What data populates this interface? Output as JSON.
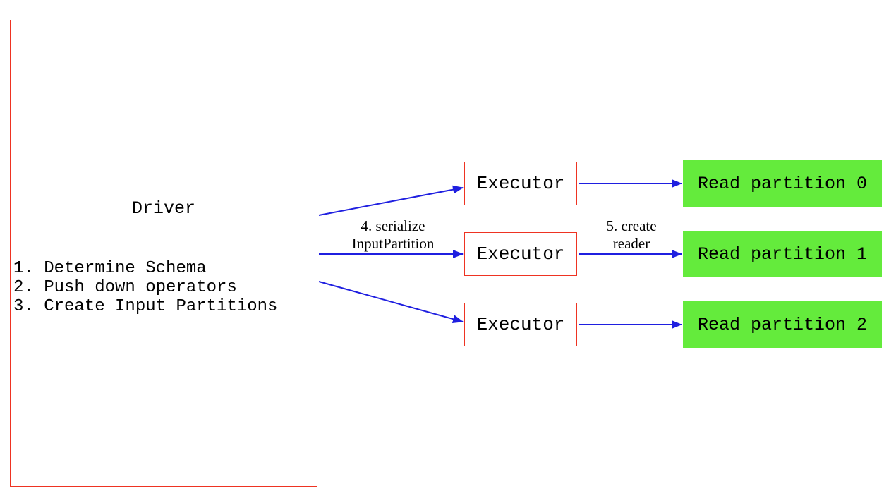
{
  "diagram": {
    "driver": {
      "title": "Driver",
      "steps": [
        "1. Determine Schema",
        "2. Push down operators",
        "3. Create Input Partitions"
      ]
    },
    "executors": [
      {
        "label": "Executor"
      },
      {
        "label": "Executor"
      },
      {
        "label": "Executor"
      }
    ],
    "partitions": [
      {
        "label": "Read partition 0"
      },
      {
        "label": "Read partition 1"
      },
      {
        "label": "Read partition 2"
      }
    ],
    "edge_labels": {
      "serialize_line1": "4. serialize",
      "serialize_line2": "InputPartition",
      "reader_line1": "5. create",
      "reader_line2": "reader"
    },
    "colors": {
      "box_border": "#ee3322",
      "partition_fill": "#64eb3c",
      "arrow": "#1f1fe0"
    }
  }
}
